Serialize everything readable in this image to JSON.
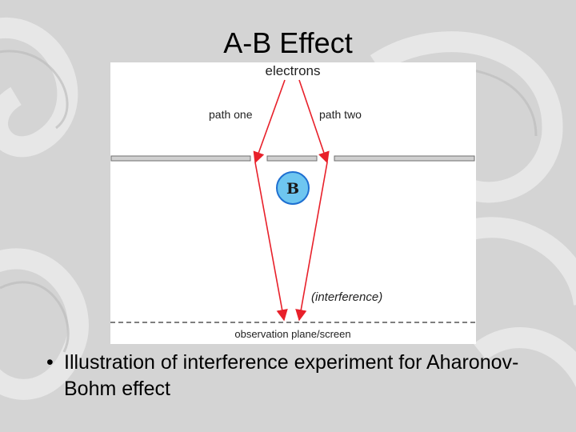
{
  "slide": {
    "title": "A-B Effect",
    "bullets": [
      "Illustration of interference experiment for Aharonov-Bohm effect"
    ]
  },
  "figure": {
    "source_label": "electrons",
    "path_one_label": "path one",
    "path_two_label": "path two",
    "field_label": "B",
    "interference_label": "(interference)",
    "screen_label": "observation plane/screen"
  },
  "colors": {
    "background": "#d4d4d4",
    "ray": "#e8202a",
    "field_circle_fill": "#6ec6f0",
    "field_circle_stroke": "#1e6fd1",
    "barrier": "#9a9a9a"
  }
}
